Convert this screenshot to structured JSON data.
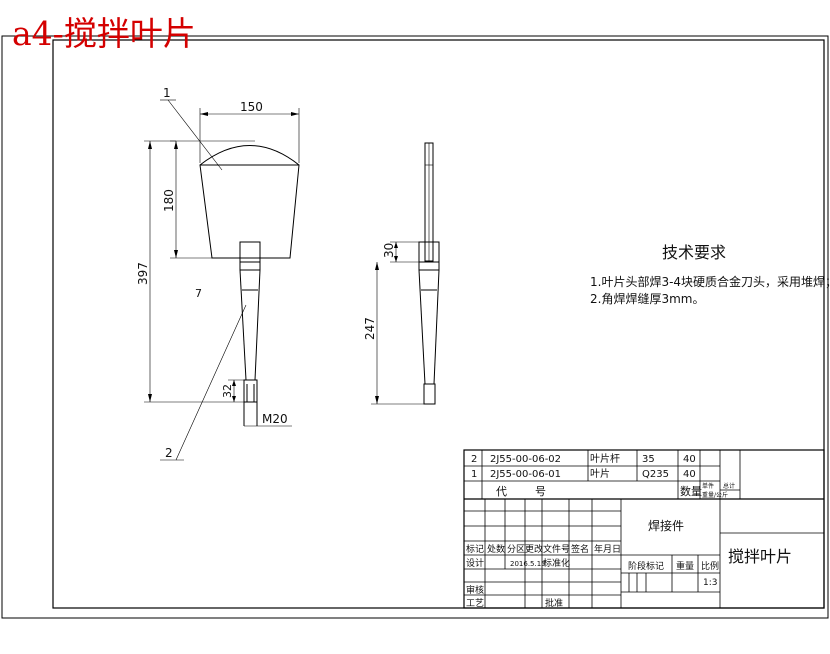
{
  "sheet_label": "a4-搅拌叶片",
  "front_view": {
    "leader_top": "1",
    "leader_bottom": "2",
    "dim_head_width": "150",
    "dim_head_height": "180",
    "dim_total_length": "397",
    "dim_shaft_end": "32",
    "dim_thread": "M20",
    "mark": "7"
  },
  "side_view": {
    "dim_blade_join": "30",
    "dim_shaft_length": "247"
  },
  "tech": {
    "title": "技术要求",
    "line1": "1.叶片头部焊3-4块硬质合金刀头，采用堆焊；",
    "line2": "2.角焊焊缝厚3mm。"
  },
  "parts": [
    {
      "no": "2",
      "code": "2J55-00-06-02",
      "name": "叶片杆",
      "material": "35",
      "qty": "40"
    },
    {
      "no": "1",
      "code": "2J55-00-06-01",
      "name": "叶片",
      "material": "Q235",
      "qty": "40"
    }
  ],
  "parts_header": {
    "code": "代        号",
    "qty": "数量",
    "unit_weight": "单件",
    "total_weight": "总计",
    "weight_note": "重量/公斤"
  },
  "title_block": {
    "material_name": "焊接件",
    "drawing_name": "搅拌叶片",
    "mark": "标记",
    "count": "处数",
    "zone": "分区",
    "change_doc": "更改文件号",
    "signature": "签名",
    "date_label": "年月日",
    "design": "设计",
    "design_date": "2016.5.15",
    "standardize": "标准化",
    "stage_mark": "阶段标记",
    "weight": "重量",
    "scale": "比例",
    "scale_value": "1:3",
    "review": "审核",
    "process": "工艺",
    "approve": "批准"
  }
}
